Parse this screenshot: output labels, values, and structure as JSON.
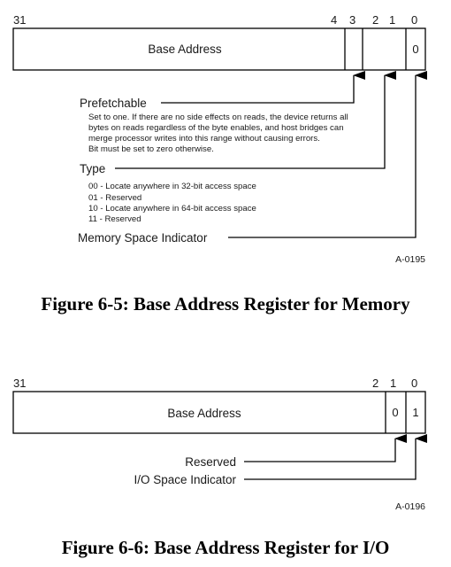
{
  "figure1": {
    "bits": {
      "b31": "31",
      "b4": "4",
      "b3": "3",
      "b2": "2",
      "b1": "1",
      "b0": "0"
    },
    "base_label": "Base Address",
    "bit0_value": "0",
    "prefetchable": {
      "label": "Prefetchable",
      "desc": [
        "Set to one. If there are no side effects on reads, the device returns all",
        "bytes on reads regardless of the byte enables, and host bridges can",
        "merge processor writes into this range without causing errors.",
        "Bit must be set to zero otherwise."
      ]
    },
    "type": {
      "label": "Type",
      "items": [
        "00 - Locate anywhere in 32-bit access space",
        "01 - Reserved",
        "10 - Locate anywhere in 64-bit access space",
        "11 - Reserved"
      ]
    },
    "memory_indicator": "Memory Space Indicator",
    "code": "A-0195",
    "caption": "Figure 6-5:  Base Address Register for Memory"
  },
  "figure2": {
    "bits": {
      "b31": "31",
      "b2": "2",
      "b1": "1",
      "b0": "0"
    },
    "base_label": "Base Address",
    "bit1_value": "0",
    "bit0_value": "1",
    "reserved": "Reserved",
    "io_indicator": "I/O Space Indicator",
    "code": "A-0196",
    "caption": "Figure 6-6:  Base Address Register for I/O"
  }
}
